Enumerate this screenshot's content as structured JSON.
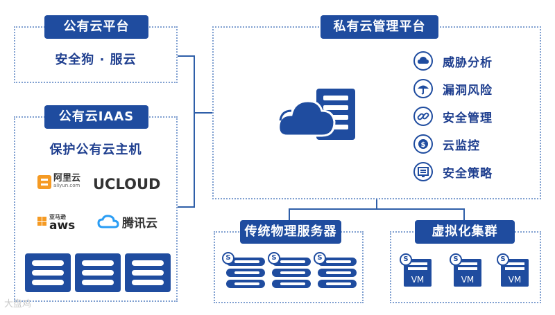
{
  "public_cloud_platform": {
    "title": "公有云平台",
    "product": "安全狗 · 服云"
  },
  "public_cloud_iaas": {
    "title": "公有云IAAS",
    "subtitle": "保护公有云主机",
    "logos": {
      "aliyun_cn": "阿里云",
      "aliyun_domain": "aliyun.com",
      "ucloud": "UCLOUD",
      "aws_cn": "亚马逊",
      "aws": "aws",
      "tencent": "腾讯云"
    }
  },
  "private_cloud": {
    "title": "私有云管理平台",
    "features": [
      {
        "label": "威胁分析",
        "icon": "cloud-icon"
      },
      {
        "label": "漏洞风险",
        "icon": "umbrella-icon"
      },
      {
        "label": "安全管理",
        "icon": "link-icon"
      },
      {
        "label": "云监控",
        "icon": "dollar-icon"
      },
      {
        "label": "安全策略",
        "icon": "document-icon"
      }
    ]
  },
  "physical_servers": {
    "title": "传统物理服务器",
    "badge": "S"
  },
  "virtual_cluster": {
    "title": "虚拟化集群",
    "vm_label": "VM",
    "badge": "S"
  },
  "watermark": "大盘鸡",
  "colors": {
    "primary": "#1f4c9f",
    "border": "#7f9fd0",
    "text": "#1f3f8f"
  }
}
